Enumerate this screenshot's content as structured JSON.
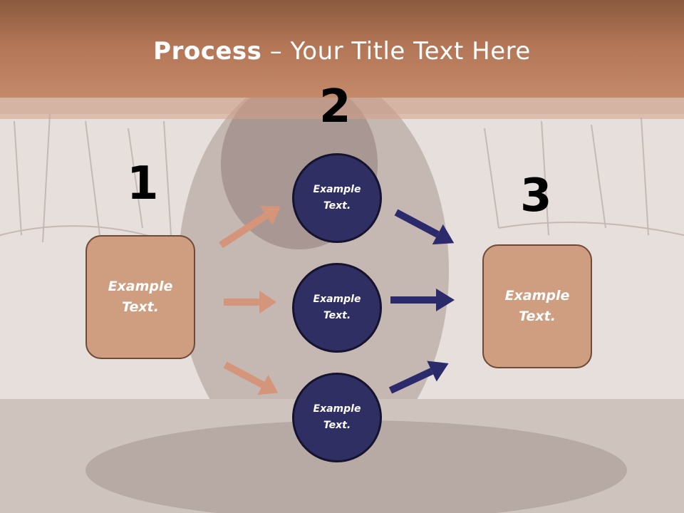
{
  "title": {
    "bold": "Process",
    "separator": " – ",
    "rest": "Your Title Text Here"
  },
  "steps": {
    "one": "1",
    "two": "2",
    "three": "3"
  },
  "left_box": {
    "text": "Example Text."
  },
  "circles": [
    {
      "text": "Example Text."
    },
    {
      "text": "Example Text."
    },
    {
      "text": "Example Text."
    }
  ],
  "right_box": {
    "text": "Example Text."
  },
  "colors": {
    "header": "#b27656",
    "box_fill": "#cf9d80",
    "circle_fill": "#302f64",
    "left_arrow": "#d4957a",
    "right_arrow": "#2b2a6a"
  }
}
